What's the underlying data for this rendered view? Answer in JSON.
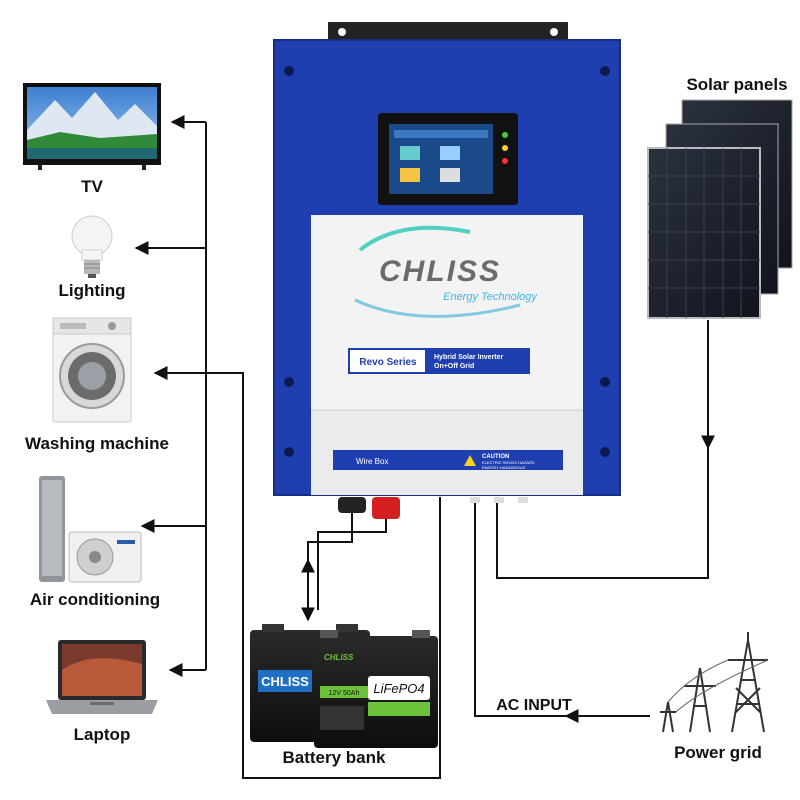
{
  "loads": {
    "tv": "TV",
    "lighting": "Lighting",
    "washing_machine": "Washing machine",
    "air_conditioning": "Air conditioning",
    "laptop": "Laptop"
  },
  "sources": {
    "solar_panels": "Solar panels",
    "power_grid": "Power grid",
    "battery_bank": "Battery bank",
    "ac_input": "AC INPUT"
  },
  "inverter": {
    "brand": "CHLISS",
    "tagline": "Energy Technology",
    "series": "Revo Series",
    "product_line1": "Hybrid Solar Inverter",
    "product_line2": "On+Off Grid",
    "wire_box": "Wire Box",
    "caution_title": "CAUTION",
    "caution_line1": "ELECTRIC SHOCK HAZARD",
    "caution_line2": "ENERGY HAZARDOUS"
  },
  "battery": {
    "brand_front": "CHLISS",
    "rating": "12V 50Ah",
    "chem": "LiFePO4",
    "brand_back": "CHLISS"
  },
  "colors": {
    "inverter_blue": "#1f3fb0",
    "wire": "#111111",
    "battery_green": "#6cc33a"
  }
}
